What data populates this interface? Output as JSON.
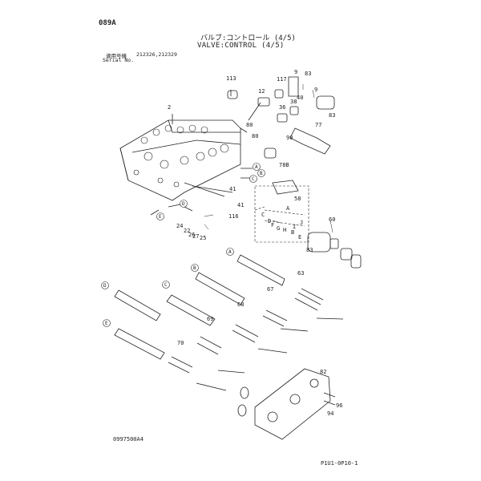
{
  "header": {
    "code": "089A",
    "title_ja": "バルブ:コントロール (4/5)",
    "title_en": "VALVE:CONTROL (4/5)",
    "serial_label": "適用号機",
    "serial_value": "212326,212329",
    "serial_label_en": "Serial No."
  },
  "footer": {
    "doc_id": "0997500A4",
    "page_id": "P1U1-0P10-1"
  },
  "part_numbers": [
    "113",
    "12",
    "117",
    "9",
    "83",
    "9",
    "2",
    "36",
    "38",
    "40",
    "83",
    "77",
    "80",
    "80",
    "90",
    "78B",
    "58",
    "41",
    "41",
    "116",
    "60",
    "24",
    "22",
    "26",
    "27",
    "25",
    "83",
    "63",
    "67",
    "68",
    "69",
    "70",
    "82",
    "96",
    "94"
  ],
  "reference_letters": [
    "A",
    "B",
    "C",
    "D",
    "E",
    "A",
    "B",
    "C",
    "D",
    "E",
    "F",
    "G",
    "H",
    "I",
    "J"
  ],
  "colors": {
    "ink": "#222222",
    "paper": "#ffffff"
  }
}
